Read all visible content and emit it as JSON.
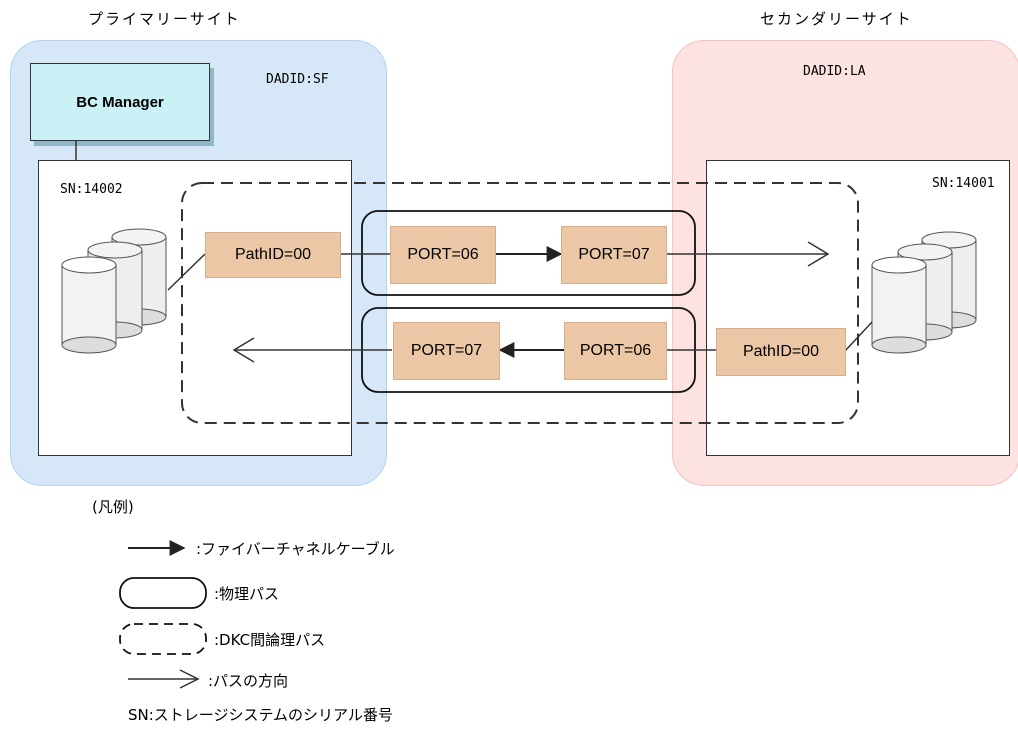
{
  "primary": {
    "title": "プライマリーサイト",
    "dadid": "DADID:SF",
    "sn": "SN:14002",
    "bc_manager": "BC Manager",
    "path_id": "PathID=00",
    "port_out": "PORT=06",
    "port_in": "PORT=07"
  },
  "secondary": {
    "title": "セカンダリーサイト",
    "dadid": "DADID:LA",
    "sn": "SN:14001",
    "path_id": "PathID=00",
    "port_in": "PORT=07",
    "port_out": "PORT=06"
  },
  "legend": {
    "title": "(凡例)",
    "fiber_cable": ":ファイバーチャネルケーブル",
    "physical_path": ":物理パス",
    "dkc_path": ":DKC間論理パス",
    "path_direction": ":パスの方向",
    "sn_note": "SN:ストレージシステムのシリアル番号"
  },
  "colors": {
    "primary_site": "#d6e8f8",
    "secondary_site": "#fde2e2",
    "port_box": "#ecc7a5",
    "bc_manager": "#c9f1f6"
  }
}
